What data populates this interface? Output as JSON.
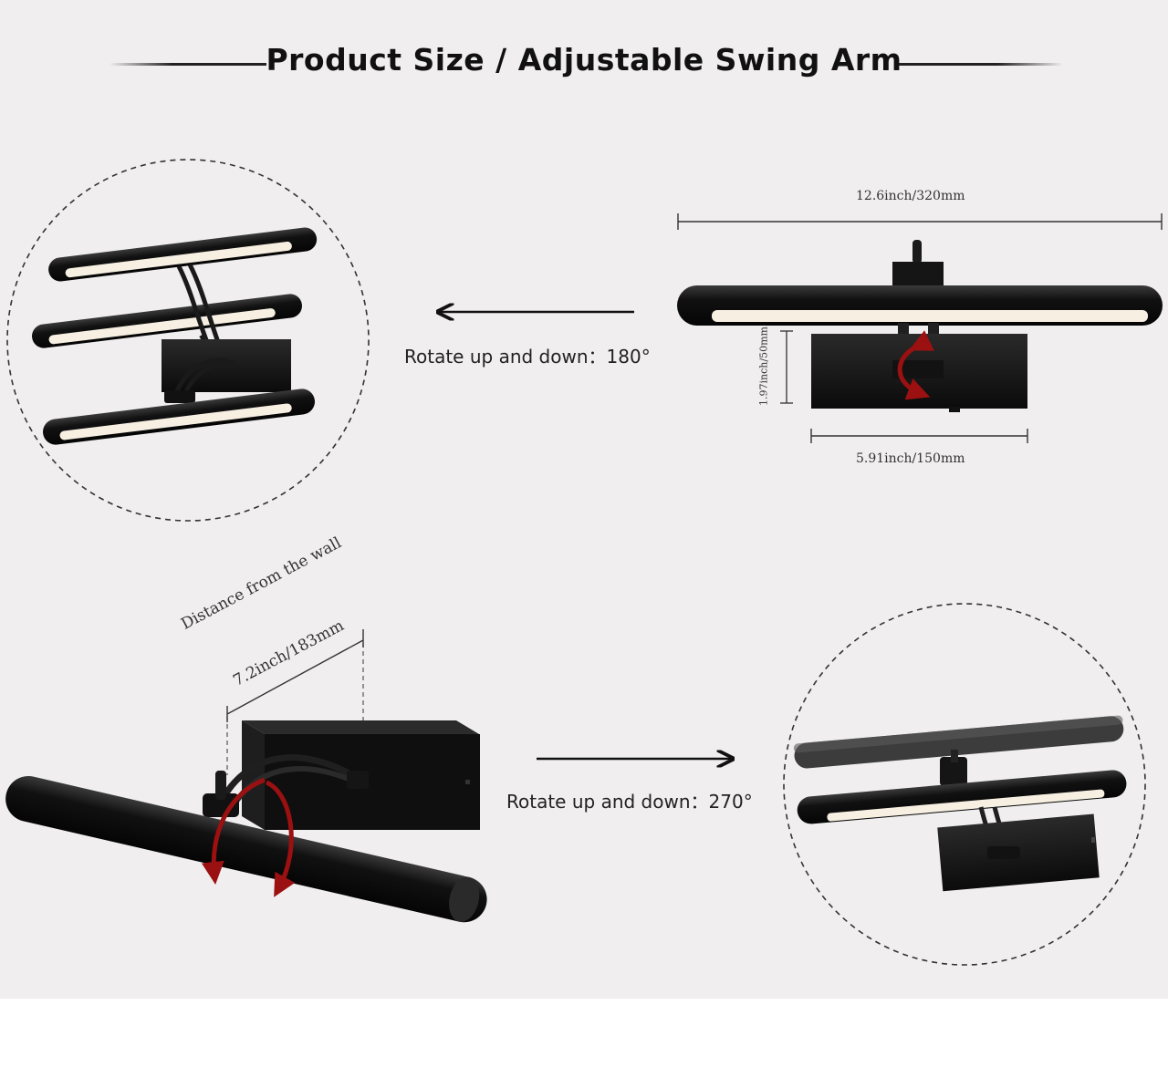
{
  "title": "Product Size / Adjustable Swing Arm",
  "dimensions": {
    "width": "12.6inch/320mm",
    "height": "1.97inch/50mm",
    "base_width": "5.91inch/150mm",
    "wall_label": "Distance from the wall",
    "wall_value": "7.2inch/183mm"
  },
  "captions": {
    "rotate_180": "Rotate up and down：180°",
    "rotate_270": "Rotate up and down：270°"
  },
  "colors": {
    "background": "#f0eeef",
    "lamp_body": "#141414",
    "led_strip": "#f6efe2",
    "rotation_arrow": "#9b1010"
  }
}
